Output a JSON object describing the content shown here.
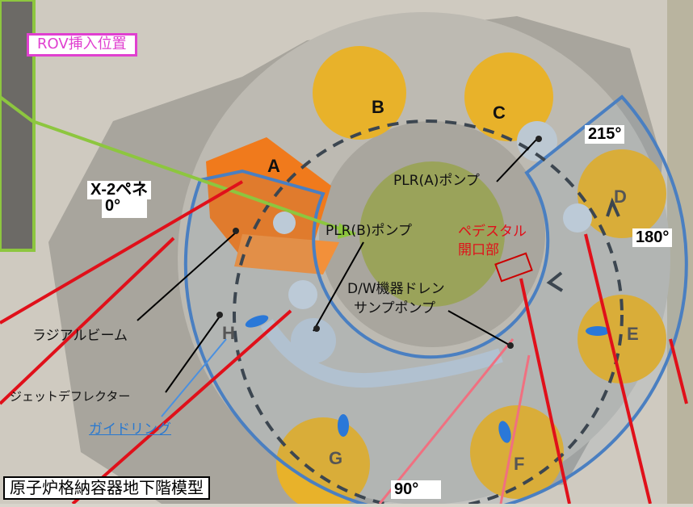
{
  "title": "原子炉格納容器地下階模型",
  "rov_label": "ROV挿入位置",
  "x2_label": "X-2ペネ",
  "angles": {
    "a0": "0°",
    "a90": "90°",
    "a180": "180°",
    "a215": "215°"
  },
  "letters": {
    "A": "A",
    "B": "B",
    "C": "C",
    "D": "D",
    "E": "E",
    "F": "F",
    "G": "G",
    "H": "H"
  },
  "components": {
    "plr_a": "PLR(A)ポンプ",
    "plr_b": "PLR(B)ポンプ",
    "dw_line1": "D/W機器ドレン",
    "dw_line2": "サンプポンプ",
    "pedestal_line1": "ペデスタル",
    "pedestal_line2": "開口部",
    "radial_beam": "ラジアルビーム",
    "jet_deflector": "ジェットデフレクター",
    "guide_ring": "ガイドリング"
  },
  "colors": {
    "concrete": "#a8a59d",
    "floor": "#bdbab2",
    "pedestal": "#9aa35a",
    "yellow": "#e8b22a",
    "orange": "#f07a1c",
    "pipes": "#bcc8d2",
    "blue_outline": "#4a7fc1",
    "dashed_ring": "#3c4650",
    "red": "#e0101a",
    "pink": "#f07080",
    "green": "#8dc63f",
    "magenta": "#e040d0",
    "guide_text": "#2878d0"
  }
}
